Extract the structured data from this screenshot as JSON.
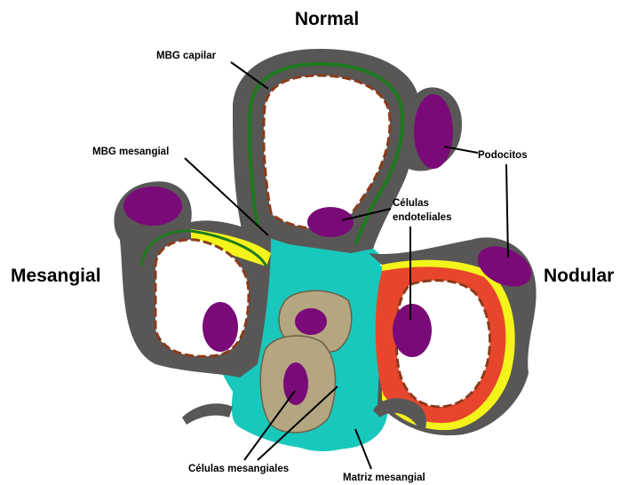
{
  "regions": {
    "normal": "Normal",
    "mesangial": "Mesangial",
    "nodular": "Nodular"
  },
  "labels": {
    "mbg_capilar": "MBG capilar",
    "mbg_mesangial": "MBG mesangial",
    "podocitos": "Podocitos",
    "celulas_endoteliales_line1": "Células",
    "celulas_endoteliales_line2": "endoteliales",
    "celulas_mesangiales": "Células mesangiales",
    "matriz_mesangial": "Matriz mesangial"
  },
  "colors": {
    "podocyte_layer": "#595756",
    "basement_membrane": "#1e7a1e",
    "endothelium": "#8b3a1a",
    "mesangial_matrix": "#19c8bc",
    "podocyte": "#7a0a78",
    "mesangial_cell": "#b3a680",
    "nodular_deposit": "#e8462c",
    "yellow_deposit": "#f4f41a",
    "capillary_lumen": "#ffffff"
  }
}
